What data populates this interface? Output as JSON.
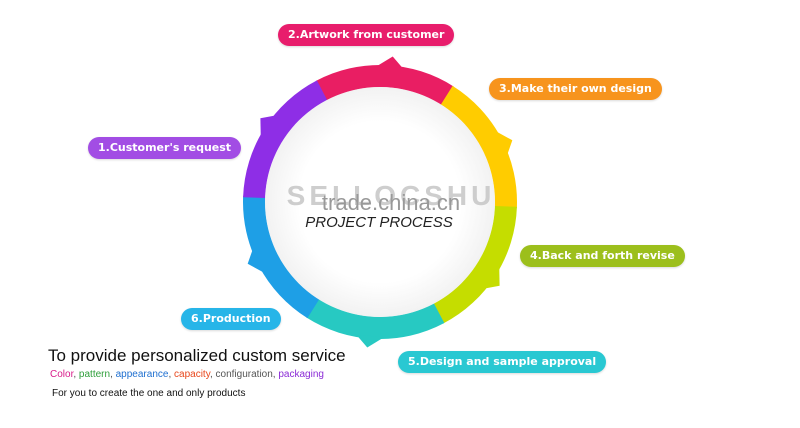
{
  "diagram": {
    "center": {
      "watermark": "SELLOCSHU",
      "site": "trade.china.cn",
      "title": "PROJECT PROCESS"
    },
    "steps": [
      {
        "label": "1.Customer's request",
        "color": "#a24de4"
      },
      {
        "label": "2.Artwork from customer",
        "color": "#e81d6c"
      },
      {
        "label": "3.Make their own design",
        "color": "#f7941d"
      },
      {
        "label": "4.Back and forth revise",
        "color": "#9cbf1c"
      },
      {
        "label": "5.Design and sample approval",
        "color": "#29c8d2"
      },
      {
        "label": "6.Production",
        "color": "#27b5e8"
      }
    ],
    "ring_colors": [
      "#e91e63",
      "#ffcc00",
      "#c5dd00",
      "#27c9c2",
      "#1e9fe6",
      "#8e2ee6"
    ]
  },
  "service": {
    "heading": "To provide personalized custom service",
    "features": [
      {
        "text": "Color",
        "color": "#d81b8a"
      },
      {
        "text": ", ",
        "color": "#555555"
      },
      {
        "text": "pattern",
        "color": "#2e9e3a"
      },
      {
        "text": ", ",
        "color": "#555555"
      },
      {
        "text": "appearance",
        "color": "#1e6fd0"
      },
      {
        "text": ", ",
        "color": "#555555"
      },
      {
        "text": "capacity",
        "color": "#e8471c"
      },
      {
        "text": ", ",
        "color": "#555555"
      },
      {
        "text": "configuration",
        "color": "#555555"
      },
      {
        "text": ", ",
        "color": "#555555"
      },
      {
        "text": "packaging",
        "color": "#8b2bd6"
      }
    ],
    "tagline": "For you to create the one and only products"
  }
}
